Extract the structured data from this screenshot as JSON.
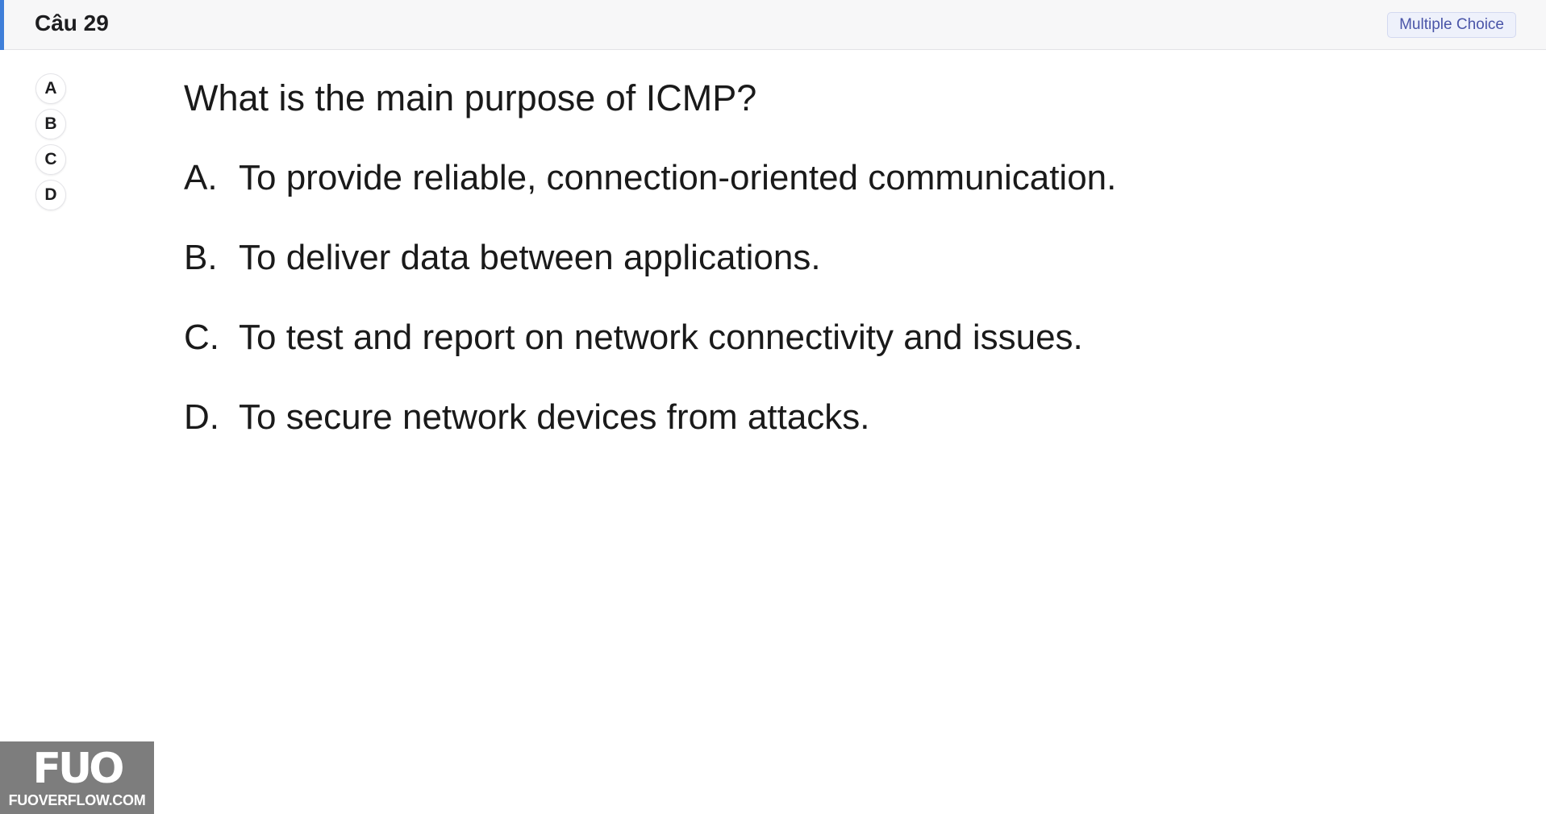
{
  "header": {
    "title": "Câu 29",
    "badge": "Multiple Choice",
    "accent_color": "#3f7fd9"
  },
  "answers": [
    {
      "label": "A"
    },
    {
      "label": "B"
    },
    {
      "label": "C"
    },
    {
      "label": "D"
    }
  ],
  "question": {
    "text": "What is the main purpose of ICMP?",
    "options": [
      {
        "letter": "A.",
        "text": "To provide reliable, connection-oriented communication."
      },
      {
        "letter": "B.",
        "text": "To deliver data between applications."
      },
      {
        "letter": "C.",
        "text": "To test and report on network connectivity and issues."
      },
      {
        "letter": "D.",
        "text": "To secure network devices from attacks."
      }
    ]
  },
  "watermark": {
    "mark": "FUO",
    "text": "FUOVERFLOW.COM"
  }
}
